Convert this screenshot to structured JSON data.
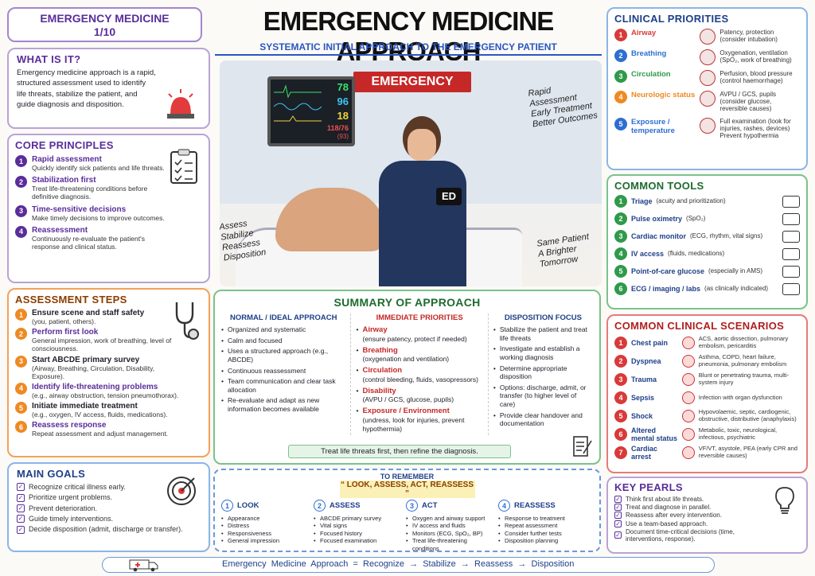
{
  "header": {
    "badge": "EMERGENCY  MEDICINE\n1/10",
    "title": "EMERGENCY MEDICINE APPROACH",
    "subtitle": "SYSTEMATIC INITIAL APPROACH TO THE EMERGENCY PATIENT"
  },
  "what": {
    "title": "WHAT IS IT?",
    "text": "Emergency medicine approach is a rapid, structured assessment used to identify life threats, stabilize the patient, and guide diagnosis and disposition."
  },
  "core": {
    "title": "CORE PRINCIPLES",
    "items": [
      {
        "n": "1",
        "t": "Rapid assessment",
        "d": "Quickly identify sick patients and life threats."
      },
      {
        "n": "2",
        "t": "Stabilization first",
        "d": "Treat life-threatening conditions before definitive diagnosis."
      },
      {
        "n": "3",
        "t": "Time-sensitive decisions",
        "d": "Make timely decisions to improve outcomes."
      },
      {
        "n": "4",
        "t": "Reassessment",
        "d": "Continuously re-evaluate the patient's response and clinical status."
      }
    ]
  },
  "steps": {
    "title": "ASSESSMENT STEPS",
    "items": [
      {
        "n": "1",
        "t": "Ensure scene and staff safety",
        "d": "(you, patient, others)."
      },
      {
        "n": "2",
        "t": "Perform first look",
        "d": "General impression, work of breathing, level of consciousness."
      },
      {
        "n": "3",
        "t": "Start ABCDE primary survey",
        "d": "(Airway, Breathing, Circulation, Disability, Exposure)."
      },
      {
        "n": "4",
        "t": "Identify life-threatening problems",
        "d": "(e.g., airway obstruction, tension pneumothorax)."
      },
      {
        "n": "5",
        "t": "Initiate immediate treatment",
        "d": "(e.g., oxygen, IV access, fluids, medications)."
      },
      {
        "n": "6",
        "t": "Reassess response",
        "d": "Repeat assessment and adjust management."
      }
    ]
  },
  "goals": {
    "title": "MAIN GOALS",
    "items": [
      "Recognize critical illness early.",
      "Prioritize urgent problems.",
      "Prevent deterioration.",
      "Guide timely interventions.",
      "Decide disposition (admit, discharge or transfer)."
    ]
  },
  "scene": {
    "sign": "EMERGENCY",
    "monitor": [
      "78",
      "96",
      "18",
      "118/76",
      "(93)"
    ],
    "ed": "ED",
    "left_note": "Assess\nStabilize\nReassess\nDisposition",
    "top_note": "Rapid\nAssessment\nEarly Treatment\nBetter Outcomes",
    "bottom_note": "Same Patient\nA Brighter\nTomorrow"
  },
  "summary": {
    "title": "SUMMARY OF APPROACH",
    "col1": {
      "title": "NORMAL / IDEAL APPROACH",
      "items": [
        "Organized and systematic",
        "Calm and focused",
        "Uses a structured approach (e.g., ABCDE)",
        "Continuous reassessment",
        "Team communication and clear task allocation",
        "Re-evaluate and adapt as new information becomes available"
      ]
    },
    "col2": {
      "title": "IMMEDIATE PRIORITIES",
      "items": [
        {
          "t": "Airway",
          "d": "(ensure patency, protect if needed)"
        },
        {
          "t": "Breathing",
          "d": "(oxygenation and ventilation)"
        },
        {
          "t": "Circulation",
          "d": "(control bleeding, fluids, vasopressors)"
        },
        {
          "t": "Disability",
          "d": "(AVPU / GCS, glucose, pupils)"
        },
        {
          "t": "Exposure / Environment",
          "d": "(undress, look for injuries, prevent hypothermia)"
        }
      ]
    },
    "col3": {
      "title": "DISPOSITION FOCUS",
      "items": [
        "Stabilize the patient and treat life threats",
        "Investigate and establish a working diagnosis",
        "Determine appropriate disposition",
        "Options: discharge, admit, or transfer (to higher level of care)",
        "Provide clear handover and documentation"
      ]
    },
    "banner": "Treat life threats first, then refine the diagnosis."
  },
  "remember": {
    "title": "TO REMEMBER",
    "motto": "“ LOOK, ASSESS, ACT, REASSESS ”",
    "steps": [
      {
        "n": "1",
        "t": "LOOK",
        "items": [
          "Appearance",
          "Distress",
          "Responsiveness",
          "General impression"
        ]
      },
      {
        "n": "2",
        "t": "ASSESS",
        "items": [
          "ABCDE primary survey",
          "Vital signs",
          "Focused history",
          "Focused examination"
        ]
      },
      {
        "n": "3",
        "t": "ACT",
        "items": [
          "Oxygen and airway support",
          "IV access and fluids",
          "Monitors (ECG, SpO₂, BP)",
          "Treat life-threatening conditions"
        ]
      },
      {
        "n": "4",
        "t": "REASSESS",
        "items": [
          "Response to treatment",
          "Repeat assessment",
          "Consider further tests",
          "Disposition planning"
        ]
      }
    ]
  },
  "footer": "Emergency  Medicine  Approach  =  Recognize  →  Stabilize  →  Reassess  →  Disposition",
  "priorities": {
    "title": "CLINICAL PRIORITIES",
    "items": [
      {
        "n": "1",
        "t": "Airway",
        "d": "Patency, protection (consider intubation)",
        "c": "#d83a3a"
      },
      {
        "n": "2",
        "t": "Breathing",
        "d": "Oxygenation, ventilation (SpO₂, work of breathing)",
        "c": "#2d6fd1"
      },
      {
        "n": "3",
        "t": "Circulation",
        "d": "Perfusion, blood pressure (control haemorrhage)",
        "c": "#2f9a4a"
      },
      {
        "n": "4",
        "t": "Neurologic status",
        "d": "AVPU / GCS, pupils (consider glucose, reversible causes)",
        "c": "#ee8a22"
      },
      {
        "n": "5",
        "t": "Exposure / temperature",
        "d": "Full examination (look for injuries, rashes, devices) Prevent hypothermia",
        "c": "#2d6fd1"
      }
    ]
  },
  "tools": {
    "title": "COMMON TOOLS",
    "items": [
      {
        "n": "1",
        "t": "Triage",
        "d": "(acuity and prioritization)"
      },
      {
        "n": "2",
        "t": "Pulse oximetry",
        "d": "(SpO₂)"
      },
      {
        "n": "3",
        "t": "Cardiac monitor",
        "d": "(ECG, rhythm, vital signs)"
      },
      {
        "n": "4",
        "t": "IV access",
        "d": "(fluids, medications)"
      },
      {
        "n": "5",
        "t": "Point-of-care glucose",
        "d": "(especially in AMS)"
      },
      {
        "n": "6",
        "t": "ECG / imaging / labs",
        "d": "(as clinically indicated)"
      }
    ]
  },
  "scenarios": {
    "title": "COMMON CLINICAL SCENARIOS",
    "items": [
      {
        "n": "1",
        "t": "Chest pain",
        "d": "ACS, aortic dissection, pulmonary embolism, pericarditis"
      },
      {
        "n": "2",
        "t": "Dyspnea",
        "d": "Asthma, COPD, heart failure, pneumonia, pulmonary embolism"
      },
      {
        "n": "3",
        "t": "Trauma",
        "d": "Blunt or penetrating trauma, multi-system injury"
      },
      {
        "n": "4",
        "t": "Sepsis",
        "d": "Infection with organ dysfunction"
      },
      {
        "n": "5",
        "t": "Shock",
        "d": "Hypovolaemic, septic, cardiogenic, obstructive, distributive (anaphylaxis)"
      },
      {
        "n": "6",
        "t": "Altered mental status",
        "d": "Metabolic, toxic, neurological, infectious, psychiatric"
      },
      {
        "n": "7",
        "t": "Cardiac arrest",
        "d": "VF/VT, asystole, PEA (early CPR and reversible causes)"
      }
    ]
  },
  "pearls": {
    "title": "KEY PEARLS",
    "items": [
      "Think first about life threats.",
      "Treat and diagnose in parallel.",
      "Reassess after every intervention.",
      "Use a team-based approach.",
      "Document time-critical decisions (time, interventions, response)."
    ]
  }
}
